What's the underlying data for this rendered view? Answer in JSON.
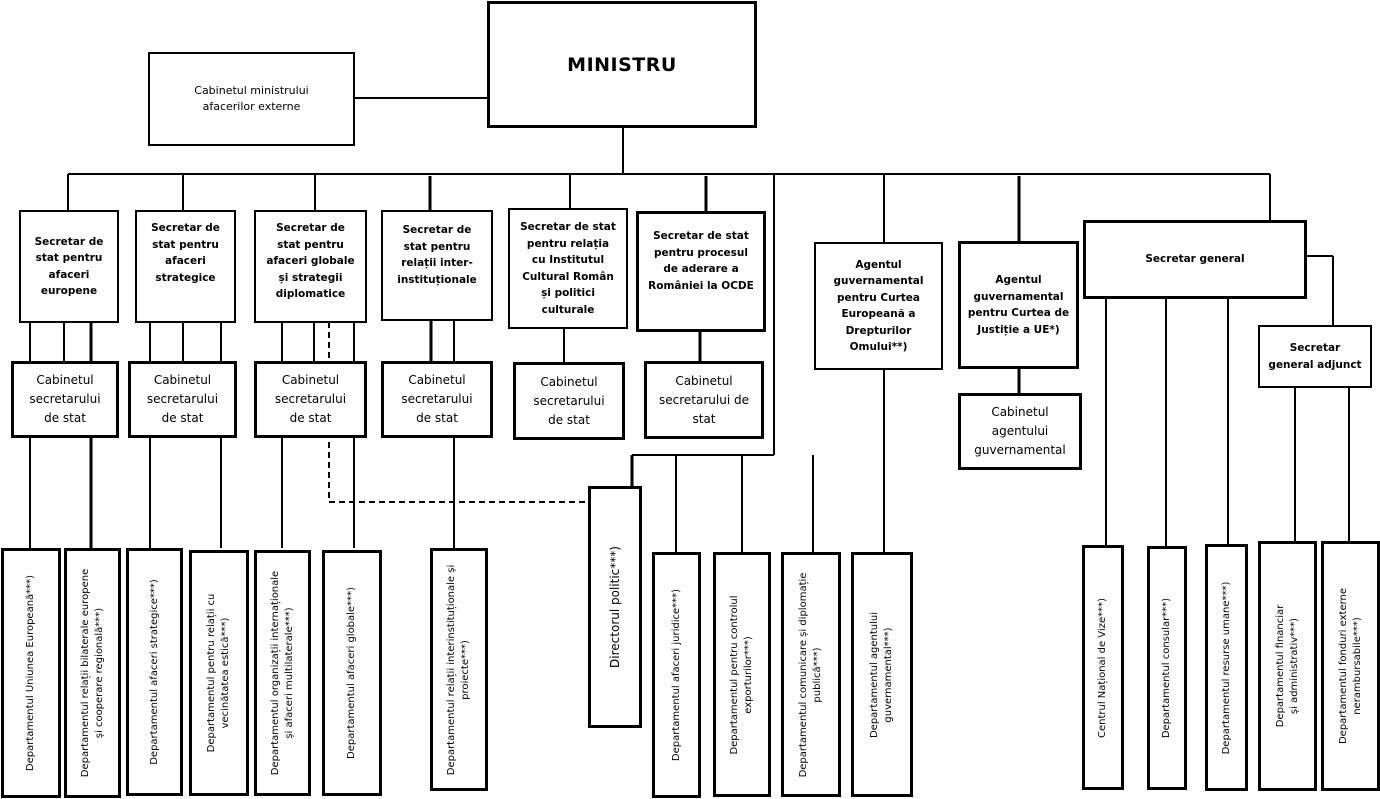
{
  "top": {
    "minister": "MINISTRU",
    "minister_cabinet": [
      "Cabinetul ministrului",
      "afacerilor externe"
    ]
  },
  "secretaries": [
    {
      "title": [
        "Secretar de",
        "stat pentru",
        "afaceri",
        "europene"
      ],
      "cabinet": [
        "Cabinetul",
        "secretarului",
        "de stat"
      ]
    },
    {
      "title": [
        "Secretar de",
        "stat pentru",
        "afaceri",
        "strategice"
      ],
      "cabinet": [
        "Cabinetul",
        "secretarului",
        "de stat"
      ]
    },
    {
      "title": [
        "Secretar de",
        "stat pentru",
        "afaceri globale",
        "și strategii",
        "diplomatice"
      ],
      "cabinet": [
        "Cabinetul",
        "secretarului",
        "de stat"
      ]
    },
    {
      "title": [
        "Secretar de",
        "stat pentru",
        "relații inter-",
        "instituționale"
      ],
      "cabinet": [
        "Cabinetul",
        "secretarului",
        "de stat"
      ]
    },
    {
      "title": [
        "Secretar de stat",
        "pentru relația",
        "cu Institutul",
        "Cultural Român",
        "și politici",
        "culturale"
      ],
      "cabinet": [
        "Cabinetul",
        "secretarului",
        "de stat"
      ]
    },
    {
      "title": [
        "Secretar de stat",
        "pentru procesul",
        "de aderare a",
        "României la OCDE"
      ],
      "cabinet": [
        "Cabinetul",
        "secretarului de",
        "stat"
      ]
    }
  ],
  "agents": [
    {
      "title": [
        "Agentul",
        "guvernamental",
        "pentru Curtea",
        "Europeană a",
        "Drepturilor",
        "Omului**)"
      ]
    },
    {
      "title": [
        "Agentul",
        "guvernamental",
        "pentru Curtea de",
        "Justiție a UE*)"
      ],
      "cabinet": [
        "Cabinetul",
        "agentului",
        "guvernamental"
      ]
    }
  ],
  "secretary_general": {
    "title": "Secretar general",
    "deputy": [
      "Secretar",
      "general adjunct"
    ]
  },
  "departments": [
    {
      "lines": [
        "Departamentul Uniunea Europeană***)"
      ]
    },
    {
      "lines": [
        "Departamentul relații bilaterale europene",
        "și cooperare regională***)"
      ]
    },
    {
      "lines": [
        "Departamentul afaceri strategice***)"
      ]
    },
    {
      "lines": [
        "Departamentul pentru relații cu",
        "vecinătatea estică***)"
      ]
    },
    {
      "lines": [
        "Departamentul organizații internaționale",
        "și afaceri multilaterale***)"
      ]
    },
    {
      "lines": [
        "Departamentul afaceri globale***)"
      ]
    },
    {
      "lines": [
        "Departamentul relații interinstituționale și",
        "proiecte***)"
      ]
    },
    {
      "lines": [
        "Directorul politic***)"
      ]
    },
    {
      "lines": [
        "Departamentul afaceri juridice***)"
      ]
    },
    {
      "lines": [
        "Departamentul pentru controlul",
        "exporturilor***)"
      ]
    },
    {
      "lines": [
        "Departamentul comunicare și diplomație",
        "publică***)"
      ]
    },
    {
      "lines": [
        "Departamentul agentului",
        "guvernamental***)"
      ]
    },
    {
      "lines": [
        "Centrul Național de Vize***)"
      ]
    },
    {
      "lines": [
        "Departamentul consular***)"
      ]
    },
    {
      "lines": [
        "Departamentul resurse umane***)"
      ]
    },
    {
      "lines": [
        "Departamentul financiar",
        "și administrativ***)"
      ]
    },
    {
      "lines": [
        "Departamentul fonduri externe",
        "nerambursabile***)"
      ]
    }
  ]
}
